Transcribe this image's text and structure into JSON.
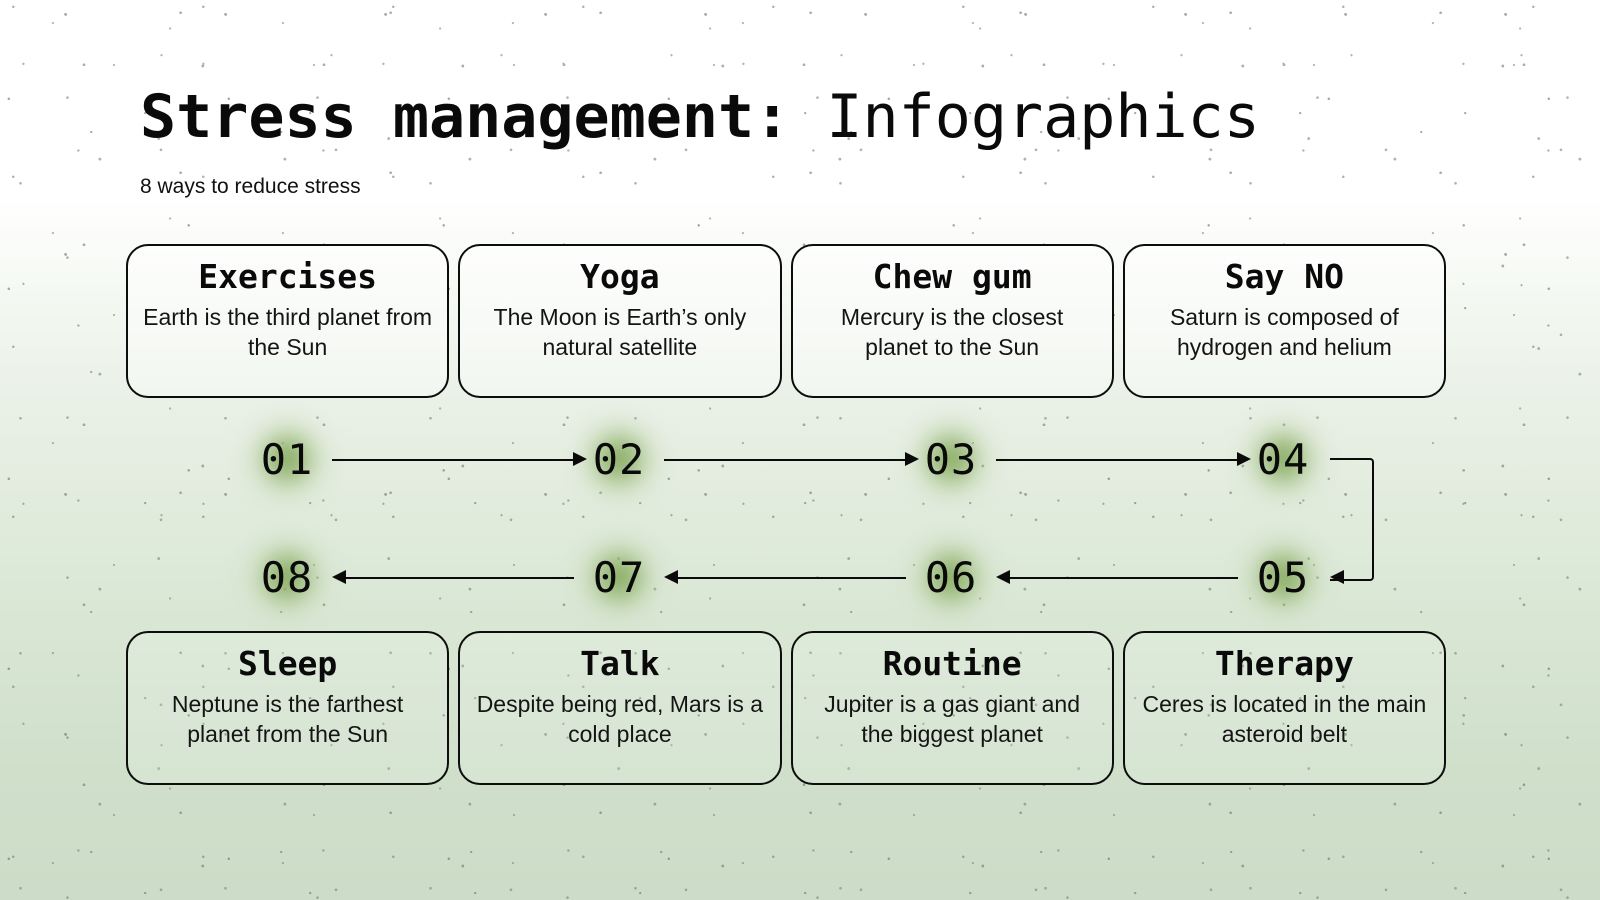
{
  "header": {
    "title_strong": "Stress management:",
    "title_light": "Infographics",
    "subtitle": "8 ways to reduce stress"
  },
  "top_cards": [
    {
      "title": "Exercises",
      "desc": "Earth is the third planet from the Sun"
    },
    {
      "title": "Yoga",
      "desc": "The Moon is Earth’s only natural satellite"
    },
    {
      "title": "Chew gum",
      "desc": "Mercury is the closest planet to the Sun"
    },
    {
      "title": "Say NO",
      "desc": "Saturn is composed of hydrogen and helium"
    }
  ],
  "bottom_cards": [
    {
      "title": "Sleep",
      "desc": "Neptune is the farthest planet from the Sun"
    },
    {
      "title": "Talk",
      "desc": "Despite being red, Mars is a cold place"
    },
    {
      "title": "Routine",
      "desc": "Jupiter is a gas giant and the biggest planet"
    },
    {
      "title": "Therapy",
      "desc": "Ceres is located in the main asteroid belt"
    }
  ],
  "flow": {
    "nodes_top": [
      "01",
      "02",
      "03",
      "04"
    ],
    "nodes_bottom": [
      "08",
      "07",
      "06",
      "05"
    ]
  },
  "colors": {
    "background_top": "#ffffff",
    "background_bottom": "#ccdcc8",
    "node_glow": "#7ea456",
    "ink": "#0a0a0a",
    "card_border": "#0d0d0d"
  }
}
